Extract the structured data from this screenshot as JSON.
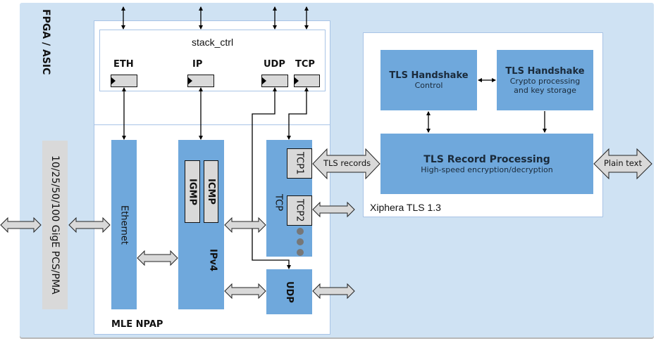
{
  "diagram": {
    "outer_label": "FPGA / ASIC",
    "pcs_pma_label": "10/25/50/100 GigE PCS/PMA",
    "stack_ctrl": {
      "title": "stack_ctrl",
      "ports": [
        {
          "label": "ETH"
        },
        {
          "label": "IP"
        },
        {
          "label": "UDP"
        },
        {
          "label": "TCP"
        }
      ]
    },
    "npap": {
      "label": "MLE NPAP",
      "ethernet_label": "Ethernet",
      "ipv4_label": "IPv4",
      "igmp_label": "IGMP",
      "icmp_label": "ICMP",
      "tcp_label": "TCP",
      "tcp1_label": "TCP1",
      "tcp2_label": "TCP2",
      "udp_label": "UDP"
    },
    "tls": {
      "label": "Xiphera TLS 1.3",
      "handshake_control": {
        "title": "TLS Handshake",
        "subtitle": "Control"
      },
      "handshake_crypto": {
        "title": "TLS Handshake",
        "subtitle_line1": "Crypto processing",
        "subtitle_line2": "and key storage"
      },
      "record": {
        "title": "TLS Record Processing",
        "subtitle": "High-speed encryption/decryption"
      }
    },
    "arrows": {
      "tls_records": "TLS records",
      "plain_text": "Plain text"
    },
    "colors": {
      "outer_bg": "#cfe2f3",
      "block_blue": "#6fa8dc",
      "grey": "#d9d9d9",
      "dots": "#777777"
    }
  }
}
